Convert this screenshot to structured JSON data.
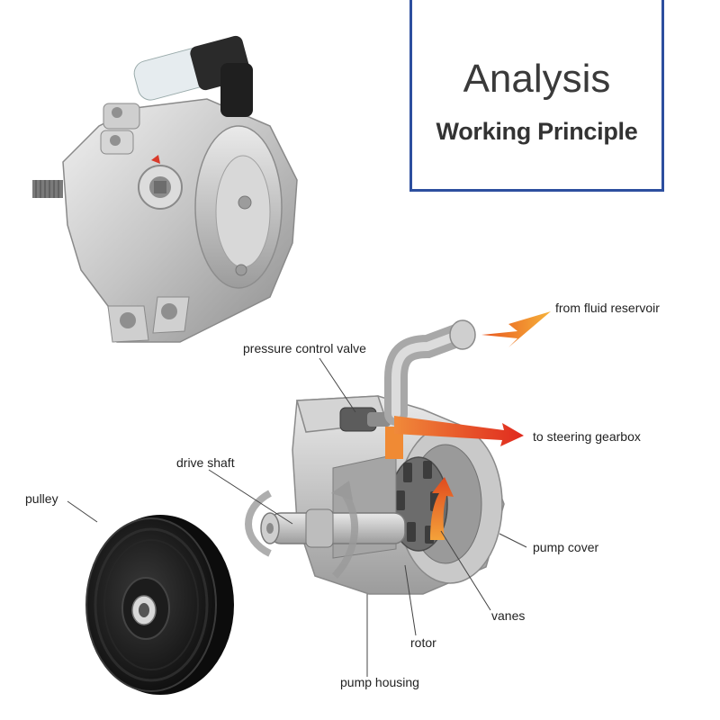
{
  "header": {
    "title": "Analysis",
    "subtitle": "Working Principle"
  },
  "labels": {
    "from_reservoir": "from fluid reservoir",
    "pressure_valve": "pressure control valve",
    "to_gearbox": "to steering gearbox",
    "drive_shaft": "drive shaft",
    "pulley": "pulley",
    "pump_cover": "pump cover",
    "vanes": "vanes",
    "rotor": "rotor",
    "pump_housing": "pump housing"
  },
  "colors": {
    "frame_blue": "#2d4f9f",
    "metal_light": "#d9d9d9",
    "metal_mid": "#b8b8b8",
    "metal_dark": "#8a8a8a",
    "pulley_black": "#151515",
    "flow_orange": "#f0802a",
    "flow_red": "#e03a24"
  }
}
